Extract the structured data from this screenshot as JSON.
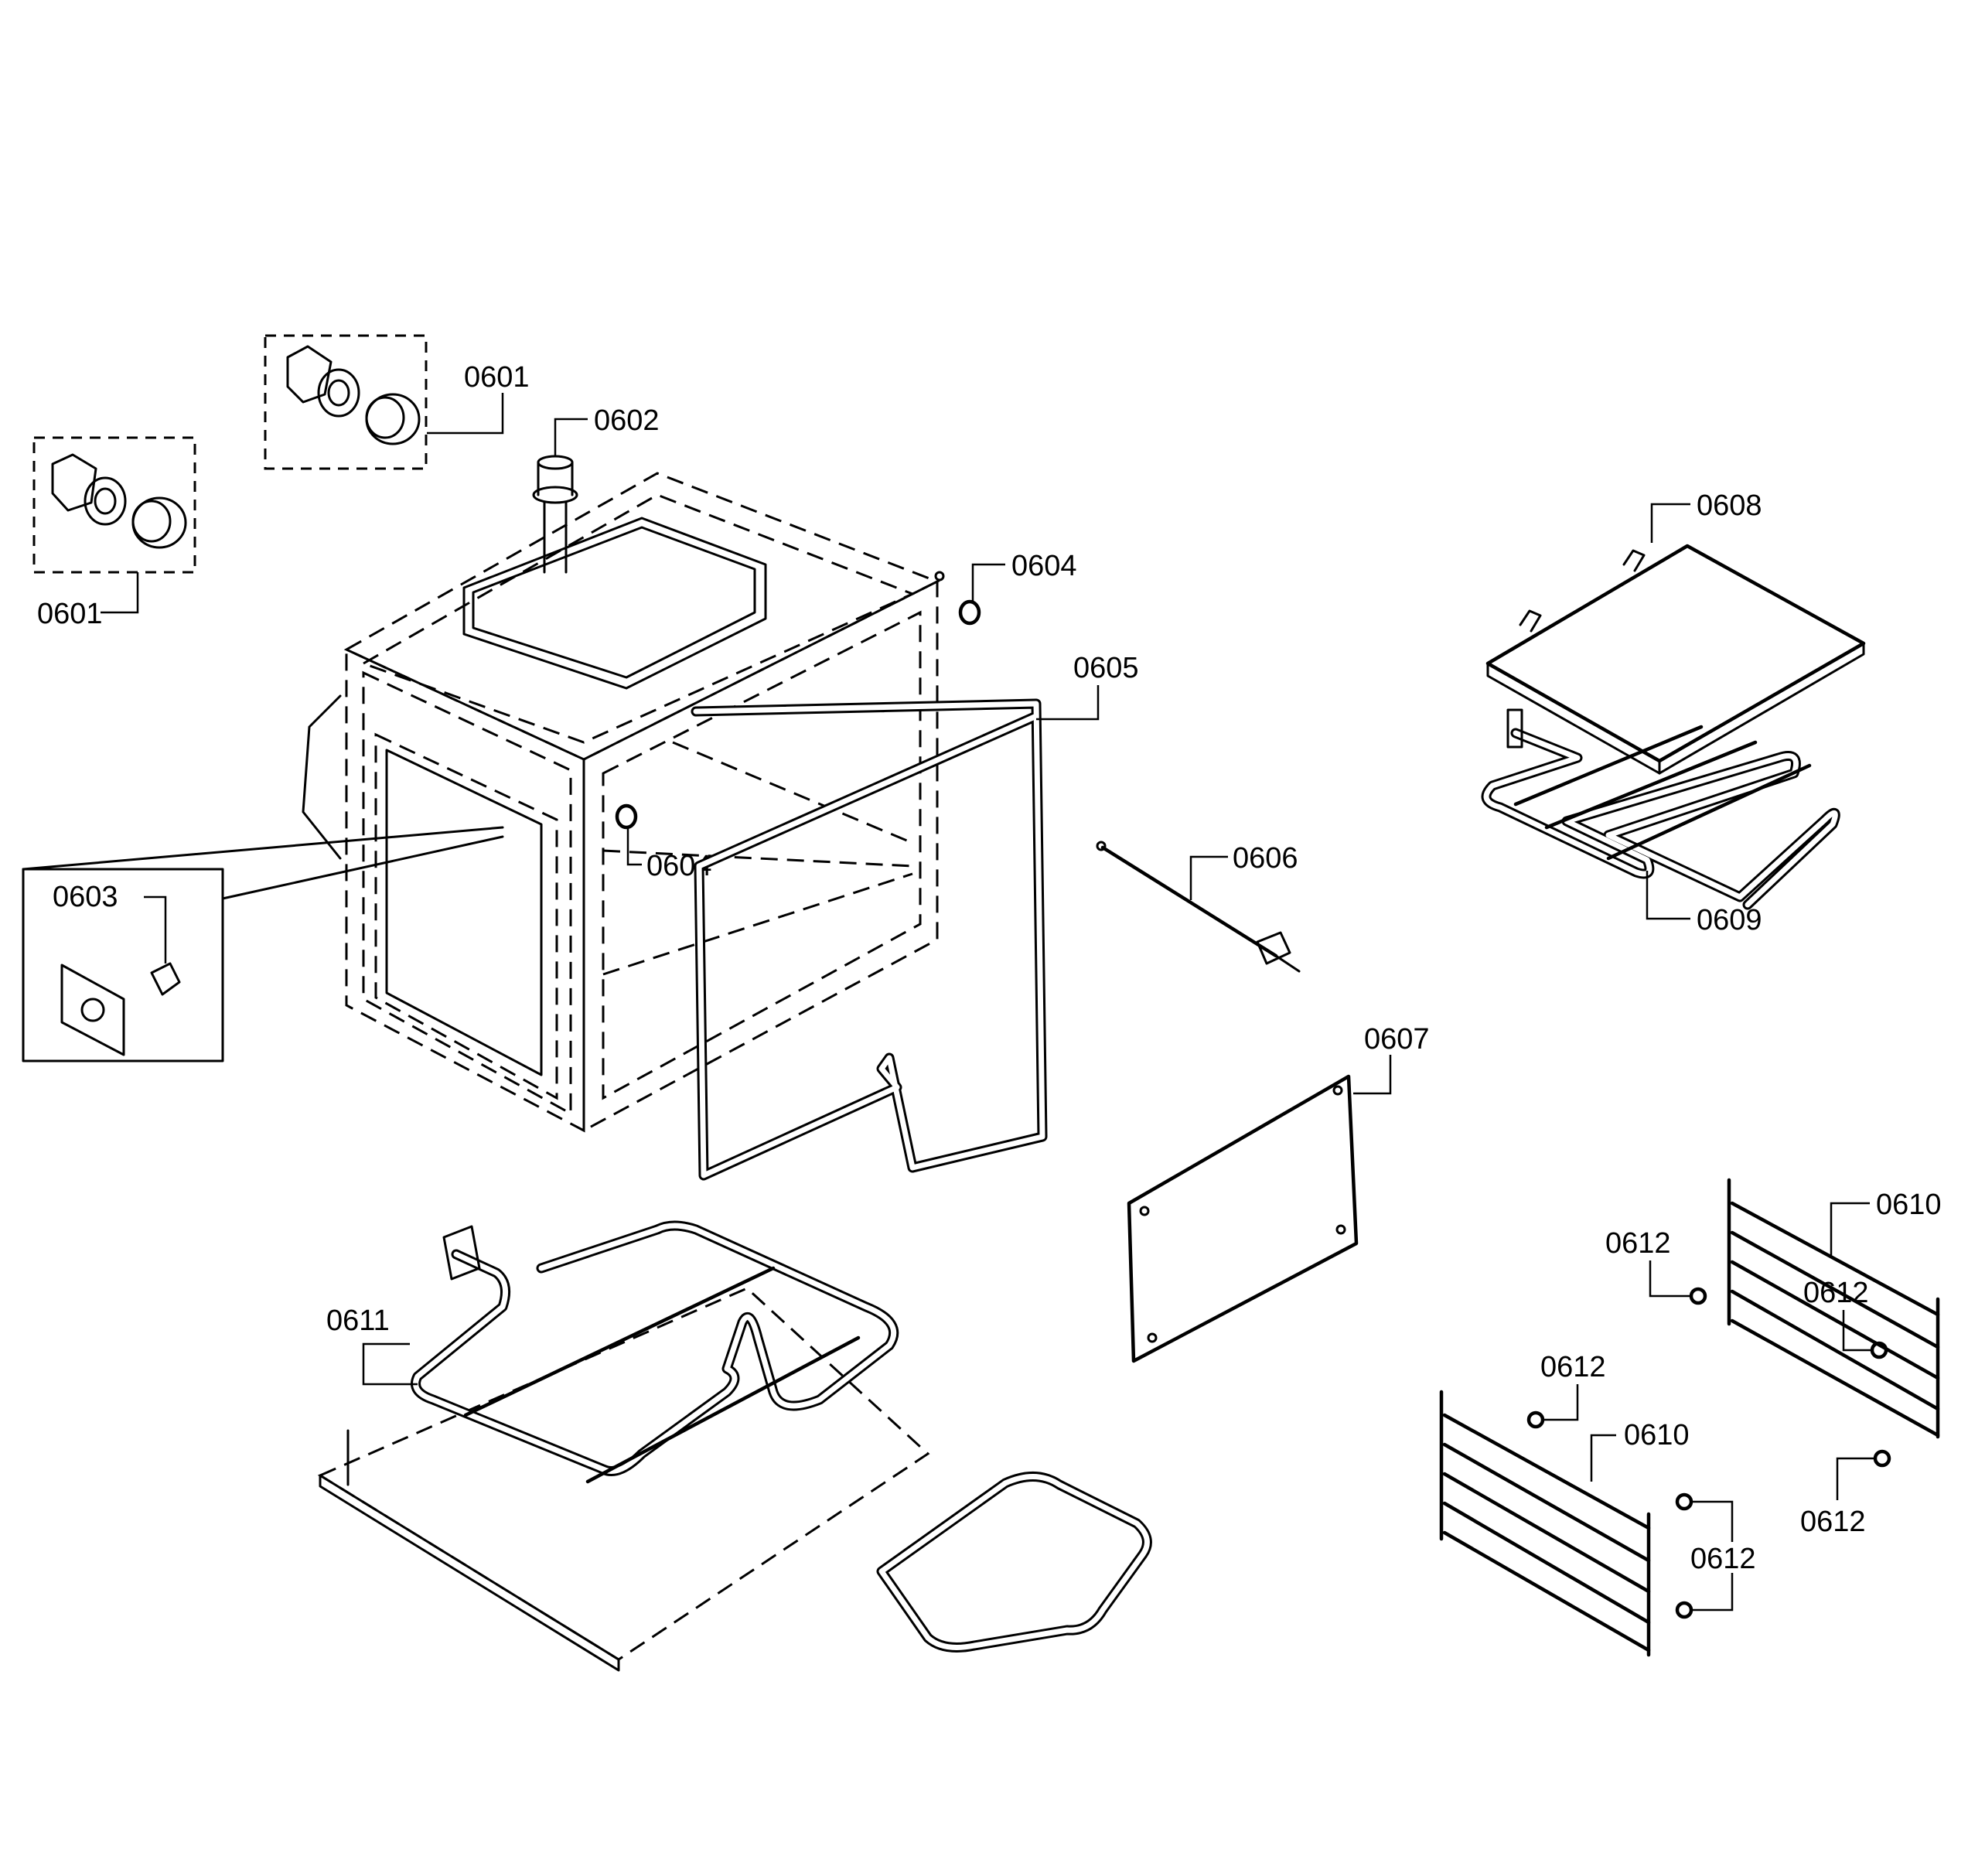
{
  "labels": {
    "l0601a": "0601",
    "l0601b": "0601",
    "l0602": "0602",
    "l0603": "0603",
    "l0604a": "0604",
    "l0604b": "0604",
    "l0605": "0605",
    "l0606": "0606",
    "l0607": "0607",
    "l0608": "0608",
    "l0609": "0609",
    "l0610a": "0610",
    "l0610b": "0610",
    "l0611": "0611",
    "l0612a": "0612",
    "l0612b": "0612",
    "l0612c": "0612",
    "l0612d": "0612",
    "l0612e": "0612"
  }
}
